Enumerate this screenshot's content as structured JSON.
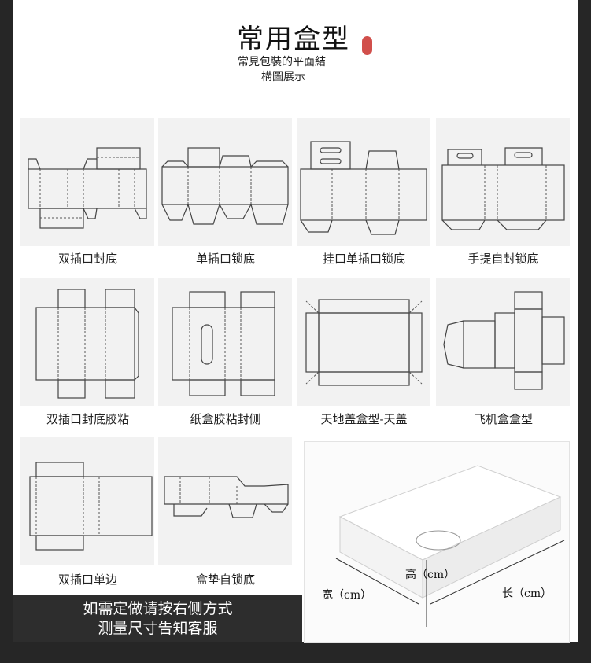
{
  "header": {
    "title": "常用盒型",
    "subtitle_line1": "常見包裝的平面結",
    "subtitle_line2": "構圖展示"
  },
  "box_types": [
    {
      "label": "双插口封底",
      "icon": "double-tuck-dieline"
    },
    {
      "label": "单插口锁底",
      "icon": "single-tuck-lock-bottom-dieline"
    },
    {
      "label": "挂口单插口锁底",
      "icon": "hanger-tuck-lock-bottom-dieline"
    },
    {
      "label": "手提自封锁底",
      "icon": "handle-lock-bottom-dieline"
    },
    {
      "label": "双插口封底胶粘",
      "icon": "double-tuck-glued-dieline"
    },
    {
      "label": "纸盒胶粘封侧",
      "icon": "glued-side-dieline"
    },
    {
      "label": "天地盖盒型-天盖",
      "icon": "lid-base-dieline"
    },
    {
      "label": "飞机盒盒型",
      "icon": "mailer-box-dieline"
    },
    {
      "label": "双插口单边",
      "icon": "double-tuck-single-side-dieline"
    },
    {
      "label": "盒垫自锁底",
      "icon": "tray-lock-bottom-dieline"
    }
  ],
  "measure_photo": {
    "height_label": "高（cm）",
    "width_label": "宽（cm）",
    "length_label": "长（cm）"
  },
  "banner": {
    "line1": "如需定做请按右侧方式",
    "line2": "测量尺寸告知客服"
  }
}
